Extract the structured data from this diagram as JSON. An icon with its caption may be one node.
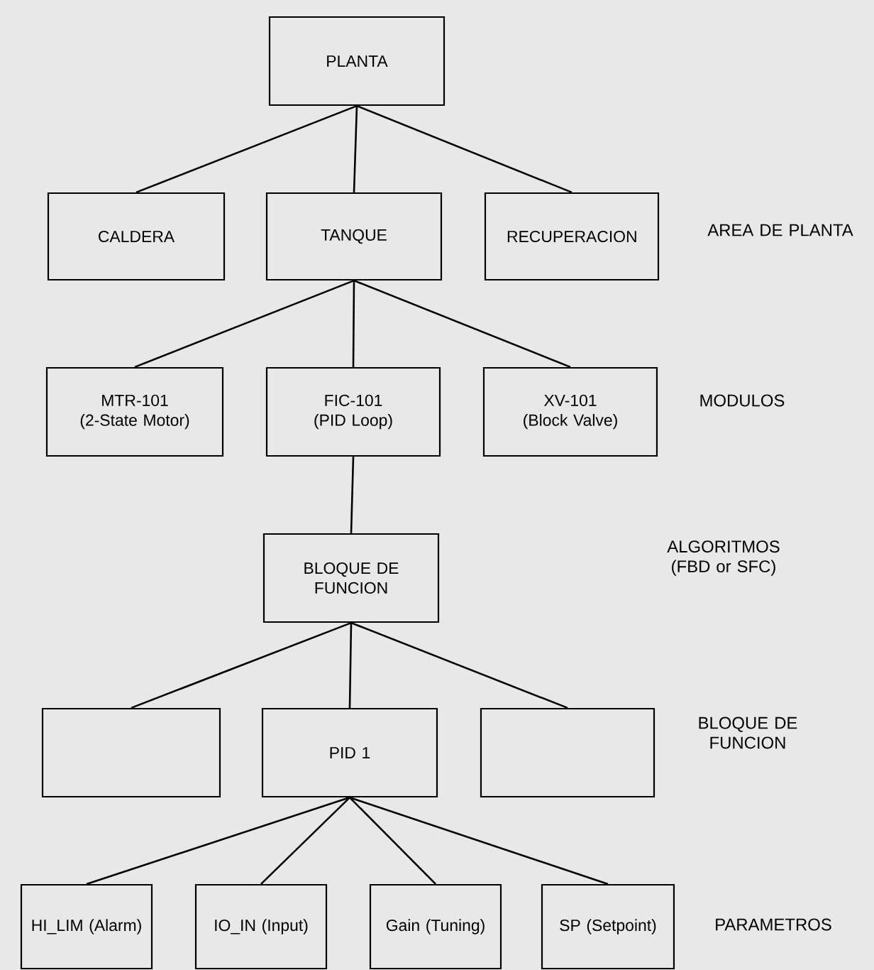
{
  "diagram": {
    "nodes": [
      {
        "text": [
          "PLANTA"
        ]
      },
      {
        "text": [
          "CALDERA"
        ]
      },
      {
        "text": [
          "TANQUE"
        ]
      },
      {
        "text": [
          "RECUPERACION"
        ]
      },
      {
        "text": [
          "MTR-101 (2-State Motor)"
        ]
      },
      {
        "text": [
          "FIC-101 (PID Loop)"
        ]
      },
      {
        "text": [
          "XV-101 (Block Valve)"
        ]
      },
      {
        "text": [
          "BLOQUE DE FUNCION"
        ]
      },
      {
        "text": [],
        "shape": "box"
      },
      {
        "text": [
          "PID 1"
        ]
      },
      {
        "text": [],
        "shape": "box"
      },
      {
        "text": [
          "HI_LIM (Alarm)"
        ]
      },
      {
        "text": [
          "IO_IN (Input)"
        ]
      },
      {
        "text": [
          "Gain (Tuning)"
        ]
      },
      {
        "text": [
          "SP (Setpoint)"
        ]
      }
    ],
    "edges": [
      {
        "from": 0,
        "to": 1,
        "arrow": "none"
      },
      {
        "from": 0,
        "to": 2,
        "arrow": "none"
      },
      {
        "from": 0,
        "to": 3,
        "arrow": "none"
      },
      {
        "from": 2,
        "to": 4,
        "arrow": "none"
      },
      {
        "from": 2,
        "to": 5,
        "arrow": "none"
      },
      {
        "from": 2,
        "to": 6,
        "arrow": "none"
      },
      {
        "from": 5,
        "to": 7,
        "arrow": "none"
      },
      {
        "from": 7,
        "to": 8,
        "arrow": "none"
      },
      {
        "from": 7,
        "to": 9,
        "arrow": "none"
      },
      {
        "from": 7,
        "to": 10,
        "arrow": "none"
      },
      {
        "from": 9,
        "to": 11,
        "arrow": "none"
      },
      {
        "from": 9,
        "to": 12,
        "arrow": "none"
      },
      {
        "from": 9,
        "to": 13,
        "arrow": "none"
      },
      {
        "from": 9,
        "to": 14,
        "arrow": "none"
      }
    ],
    "labels": [
      "AREA DE PLANTA",
      "MODULOS",
      "ALGORITMOS (FBD or SFC)",
      "BLOQUE DE FUNCION",
      "PARAMETROS"
    ]
  }
}
